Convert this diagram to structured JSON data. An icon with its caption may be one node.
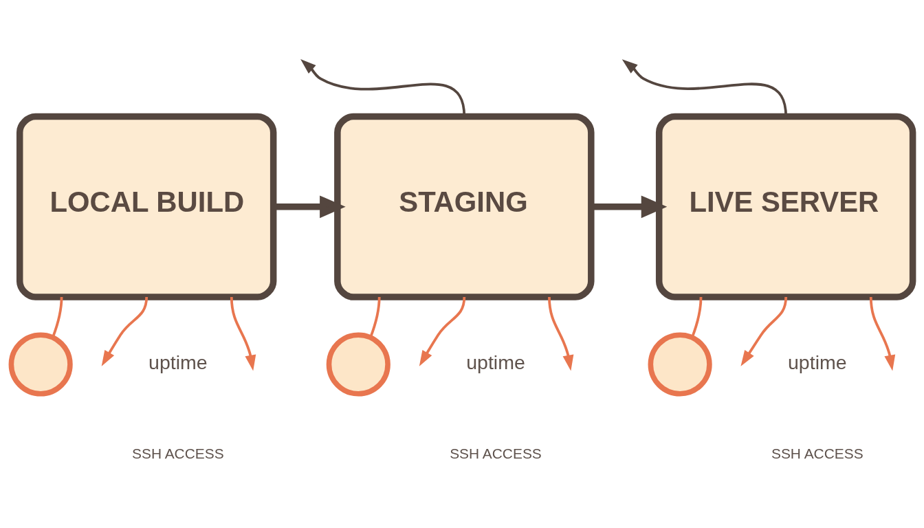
{
  "diagram": {
    "nodes": [
      {
        "text": [
          "LOCAL BUILD"
        ]
      },
      {
        "text": [],
        "shape": "circle"
      },
      {
        "text": [
          "STAGING"
        ]
      },
      {
        "text": [],
        "shape": "circle"
      },
      {
        "text": [
          "LIVE SERVER"
        ]
      },
      {
        "text": [],
        "shape": "circle"
      }
    ],
    "edges": [
      {
        "from": 0,
        "to": 2,
        "arrow": "to",
        "style": "thick",
        "color": "#54463f"
      },
      {
        "from": 2,
        "to": 4,
        "arrow": "to",
        "style": "thick",
        "color": "#54463f"
      },
      {
        "from": 2,
        "to": null,
        "arrow": "to",
        "color": "#54463f"
      },
      {
        "from": 4,
        "to": null,
        "arrow": "to",
        "color": "#54463f"
      },
      {
        "from": 0,
        "to": 1,
        "arrow": "none"
      },
      {
        "from": 0,
        "to": null,
        "arrow": "to"
      },
      {
        "from": 0,
        "to": null,
        "arrow": "to"
      },
      {
        "from": 2,
        "to": 3,
        "arrow": "none"
      },
      {
        "from": 2,
        "to": null,
        "arrow": "to"
      },
      {
        "from": 2,
        "to": null,
        "arrow": "to"
      },
      {
        "from": 4,
        "to": 5,
        "arrow": "none"
      },
      {
        "from": 4,
        "to": null,
        "arrow": "to"
      },
      {
        "from": 4,
        "to": null,
        "arrow": "to"
      }
    ],
    "labels": [
      "uptime",
      "SSH ACCESS",
      "uptime",
      "SSH ACCESS",
      "uptime",
      "SSH ACCESS"
    ]
  }
}
